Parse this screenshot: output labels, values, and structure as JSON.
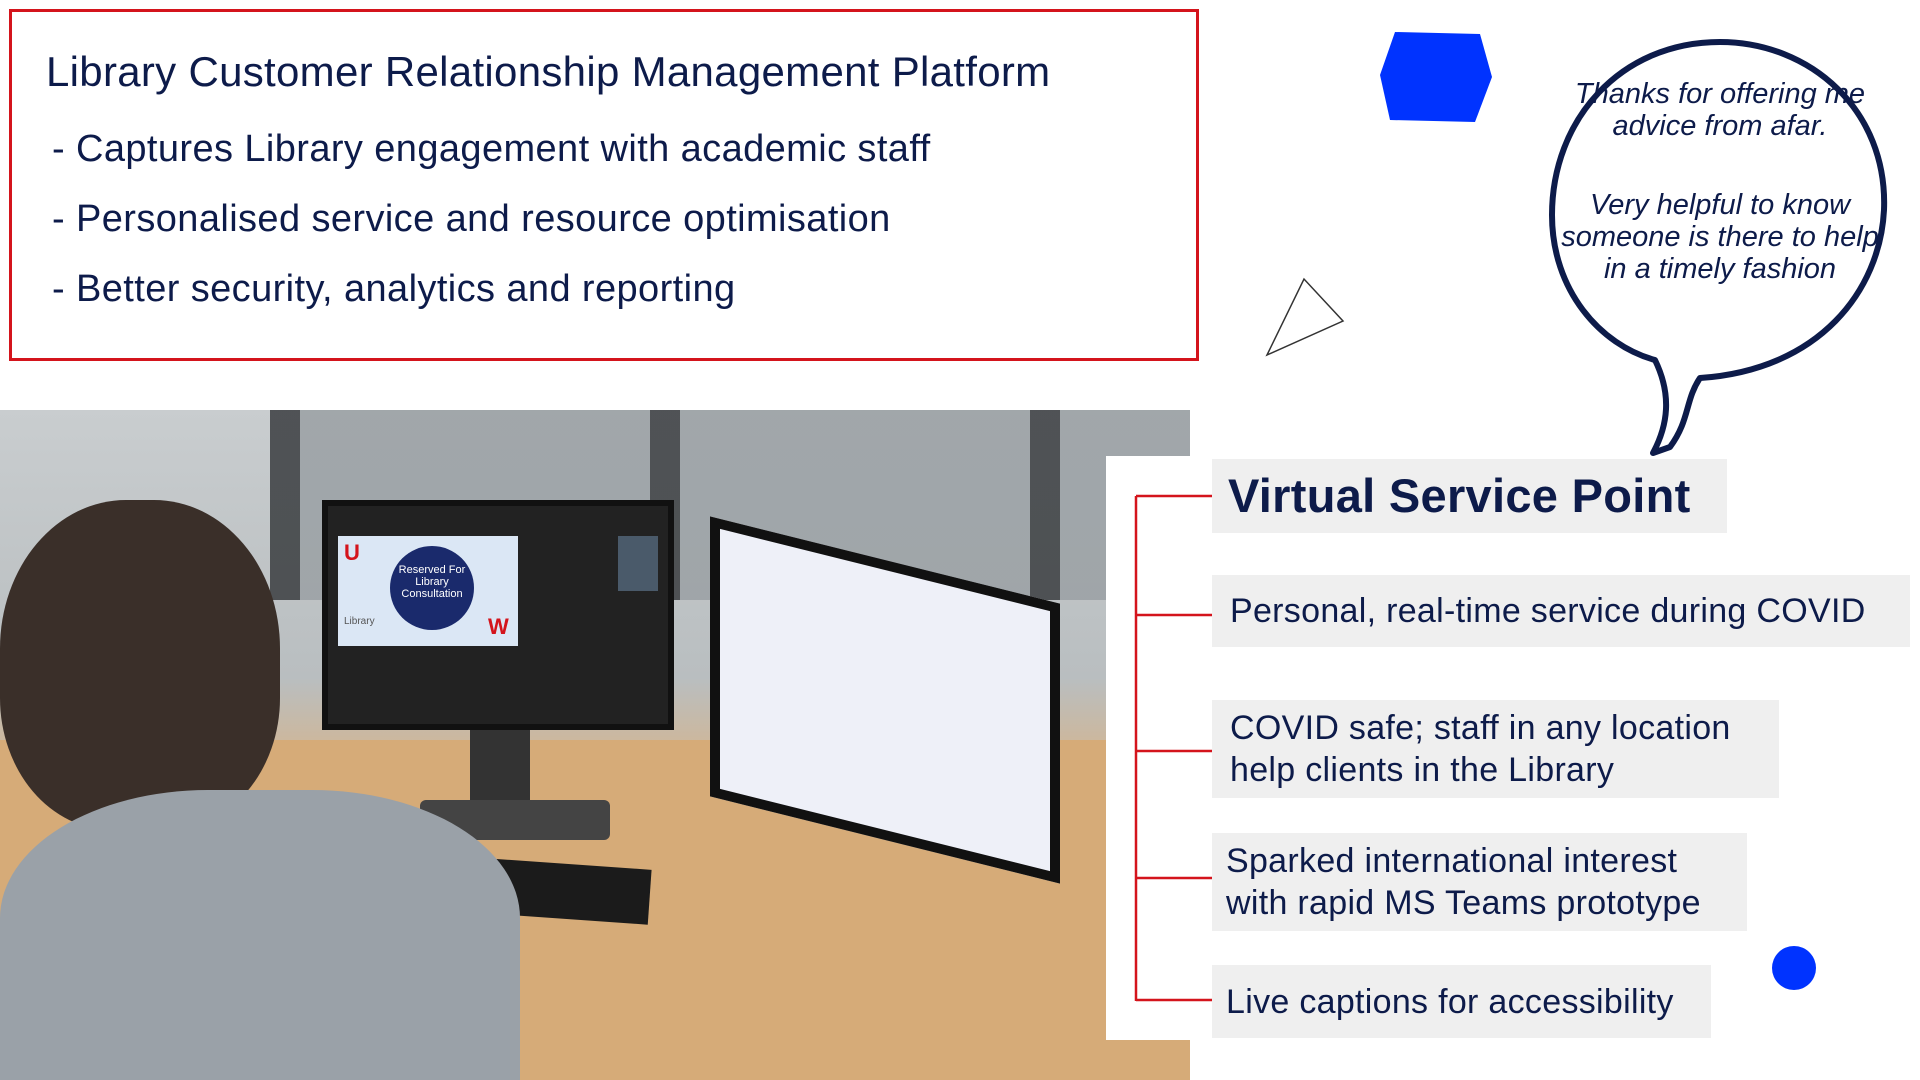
{
  "crm_box": {
    "title": "Library Customer Relationship Management Platform",
    "bullets": [
      "- Captures Library engagement with academic staff",
      "- Personalised service and resource optimisation",
      "- Better security, analytics and reporting"
    ]
  },
  "quote": {
    "line1": "Thanks for offering me advice from afar.",
    "line2": "Very helpful to know someone is there to help in a timely fashion"
  },
  "virtual_service_point": {
    "title": "Virtual Service Point",
    "points": [
      "Personal, real-time service during COVID",
      "COVID safe; staff in any location help clients in the Library",
      "Sparked international interest with rapid MS Teams prototype",
      "Live captions for accessibility"
    ]
  },
  "photo_screen": {
    "sign": "Reserved For Library Consultation",
    "logo_letter_1": "U",
    "logo_letter_2": "W",
    "brand": "Library"
  },
  "colors": {
    "navy": "#0d1b4a",
    "red": "#d4141c",
    "blue": "#0033ff",
    "box_bg": "#efefef"
  }
}
